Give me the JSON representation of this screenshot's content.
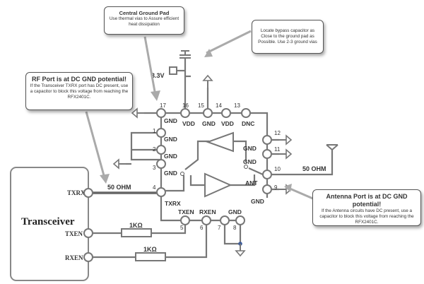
{
  "notes": {
    "central_ground": {
      "title": "Central Ground Pad",
      "body": "Use thermal vias to Assure efficient heat dissipation"
    },
    "bypass": {
      "body": "Locate bypass capacitor as Close to the ground pad as Possible. Use 2-3 ground vias"
    },
    "rf_port": {
      "title": "RF Port is at DC GND potential!",
      "body": "If the Transceiver TXRX port has DC present, use a capacitor to block this voltage from reaching the RFX2401C."
    },
    "antenna_port": {
      "title": "Antenna Port is at DC GND potential!",
      "body": "If the Antenna circuits have  DC present, use a capacitor to block this voltage from reaching the RFX2401C."
    }
  },
  "labels": {
    "vdd_33": "3.3V",
    "ohm_left": "50 OHM",
    "ohm_right": "50 OHM",
    "res1": "1KΩ",
    "res2": "1KΩ",
    "transceiver": "Transceiver",
    "txrx_t": "TXRX",
    "txen_t": "TXEN",
    "rxen_t": "RXEN",
    "pins": {
      "p17": "17",
      "p16": "16",
      "p15": "15",
      "p14": "14",
      "p13": "13",
      "p1": "1",
      "p2": "2",
      "p3": "3",
      "p4": "4",
      "p12": "12",
      "p11": "11",
      "p10": "10",
      "p9": "9",
      "p5": "5",
      "p6": "6",
      "p7": "7",
      "p8": "8"
    },
    "names": {
      "gnd17": "GND",
      "vdd16": "VDD",
      "gnd15": "GND",
      "vdd14": "VDD",
      "dnc13": "DNC",
      "gnd1": "GND",
      "gnd2": "GND",
      "gnd3": "GND",
      "txrx4": "TXRX",
      "gnd12": "GND",
      "gnd11": "GND",
      "ant": "ANT",
      "gnd9": "GND",
      "txen5": "TXEN",
      "rxen6": "RXEN",
      "gnd8": "GND"
    }
  }
}
